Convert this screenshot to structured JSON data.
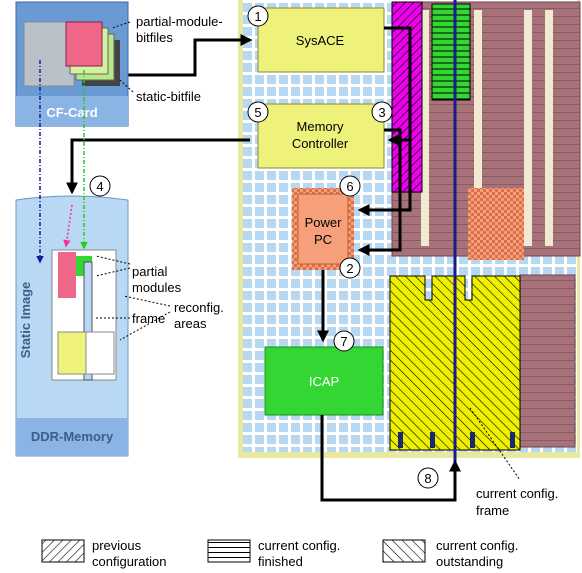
{
  "labels": {
    "partial_module_bitfiles_1": "partial-module-",
    "partial_module_bitfiles_2": "bitfiles",
    "cf_card": "CF-Card",
    "static_bitfile": "static-bitfile",
    "sysace": "SysACE",
    "memory_controller_1": "Memory",
    "memory_controller_2": "Controller",
    "powerpc_1": "Power",
    "powerpc_2": "PC",
    "icap": "ICAP",
    "static_image": "Static Image",
    "ddr_memory": "DDR-Memory",
    "partial_modules_1": "partial",
    "partial_modules_2": "modules",
    "reconfig_areas_1": "reconfig.",
    "reconfig_areas_2": "areas",
    "frame": "frame",
    "current_frame_1": "current config.",
    "current_frame_2": "frame"
  },
  "steps": [
    "1",
    "2",
    "3",
    "4",
    "5",
    "6",
    "7",
    "8"
  ],
  "legend": {
    "previous_1": "previous",
    "previous_2": "configuration",
    "finished_1": "current config.",
    "finished_2": "finished",
    "outstanding_1": "current config.",
    "outstanding_2": "outstanding"
  },
  "colors": {
    "module_yellow": "#eef27a",
    "module_green": "#33d633",
    "powerpc": "#f5a07a",
    "brown": "#a8727a",
    "magenta": "#ee00ee",
    "memory_blue": "#b8d8f4",
    "fpga_grid": "#f2e6a0"
  }
}
